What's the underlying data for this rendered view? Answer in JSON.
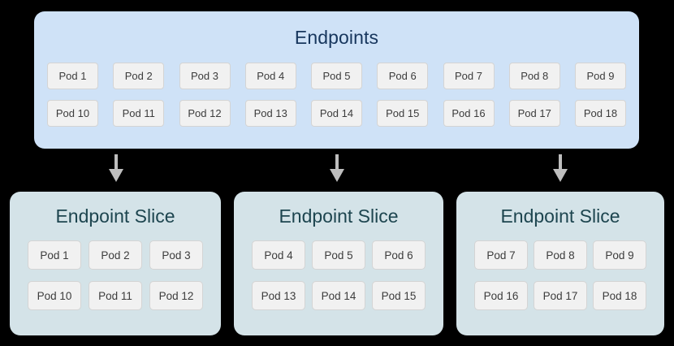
{
  "diagram": {
    "title_semantic": "kubernetes-endpoints-to-endpointslices",
    "colors": {
      "canvas_background": "#000000",
      "endpoints_panel": "#cfe2f7",
      "endpoints_title_text": "#17365d",
      "slice_panel": "#d4e3e8",
      "slice_title_text": "#1d454f",
      "pod_chip_background": "#f1f1f1",
      "pod_chip_border": "#d4d4d4",
      "pod_chip_text": "#3c3c3c",
      "arrow": "#bebebe"
    }
  },
  "endpoints": {
    "title": "Endpoints",
    "rows": [
      [
        "Pod 1",
        "Pod 2",
        "Pod 3",
        "Pod 4",
        "Pod 5",
        "Pod 6",
        "Pod 7",
        "Pod 8",
        "Pod 9"
      ],
      [
        "Pod 10",
        "Pod 11",
        "Pod 12",
        "Pod 13",
        "Pod 14",
        "Pod 15",
        "Pod 16",
        "Pod 17",
        "Pod 18"
      ]
    ]
  },
  "arrows": [
    {
      "name": "arrow-to-slice-1",
      "direction": "down"
    },
    {
      "name": "arrow-to-slice-2",
      "direction": "down"
    },
    {
      "name": "arrow-to-slice-3",
      "direction": "down"
    }
  ],
  "slices": [
    {
      "title": "Endpoint Slice",
      "rows": [
        [
          "Pod 1",
          "Pod 2",
          "Pod 3"
        ],
        [
          "Pod 10",
          "Pod 11",
          "Pod 12"
        ]
      ]
    },
    {
      "title": "Endpoint Slice",
      "rows": [
        [
          "Pod 4",
          "Pod 5",
          "Pod 6"
        ],
        [
          "Pod 13",
          "Pod 14",
          "Pod 15"
        ]
      ]
    },
    {
      "title": "Endpoint Slice",
      "rows": [
        [
          "Pod 7",
          "Pod 8",
          "Pod 9"
        ],
        [
          "Pod 16",
          "Pod 17",
          "Pod 18"
        ]
      ]
    }
  ]
}
